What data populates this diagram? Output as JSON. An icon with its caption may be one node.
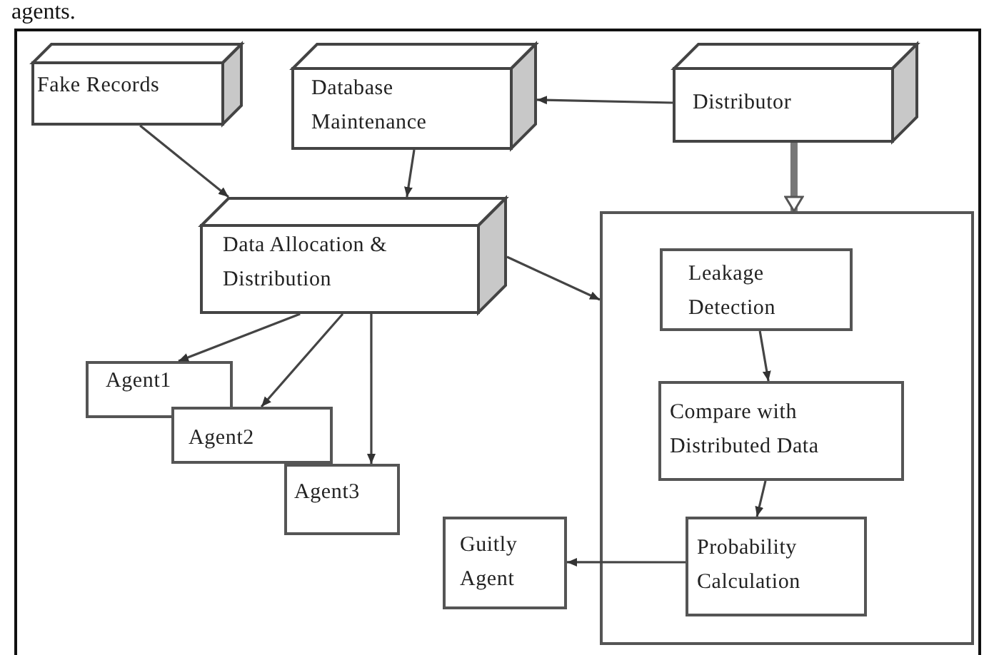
{
  "diagram": {
    "nodes": [
      {
        "text": [
          "Fake Records"
        ]
      },
      {
        "text": [
          "Database Maintenance"
        ]
      },
      {
        "text": [
          "Distributor"
        ]
      },
      {
        "text": [
          "Data Allocation & Distribution"
        ]
      },
      {
        "text": [
          "Agent1"
        ]
      },
      {
        "text": [
          "Agent2"
        ]
      },
      {
        "text": [
          "Agent3"
        ]
      },
      {
        "text": [],
        "shape": "box"
      },
      {
        "text": [
          "Leakage Detection"
        ],
        "in": 7
      },
      {
        "text": [
          "Compare with Distributed Data"
        ],
        "in": 7
      },
      {
        "text": [
          "Probability Calculation"
        ],
        "in": 7
      },
      {
        "text": [
          "Guitly Agent"
        ]
      }
    ],
    "edges": [
      {
        "from": 0,
        "to": 3,
        "arrow": "to"
      },
      {
        "from": 1,
        "to": 3,
        "arrow": "to"
      },
      {
        "from": 2,
        "to": 1,
        "arrow": "to"
      },
      {
        "from": 2,
        "to": 7,
        "arrow": "to",
        "style": "thick"
      },
      {
        "from": 3,
        "to": 7,
        "arrow": "to"
      },
      {
        "from": 3,
        "to": 4,
        "arrow": "to"
      },
      {
        "from": 3,
        "to": 5,
        "arrow": "to"
      },
      {
        "from": 3,
        "to": 6,
        "arrow": "to"
      },
      {
        "from": 8,
        "to": 9,
        "arrow": "to"
      },
      {
        "from": 9,
        "to": 10,
        "arrow": "to"
      },
      {
        "from": 10,
        "to": 11,
        "arrow": "to"
      }
    ],
    "labels": [
      "agents."
    ]
  }
}
